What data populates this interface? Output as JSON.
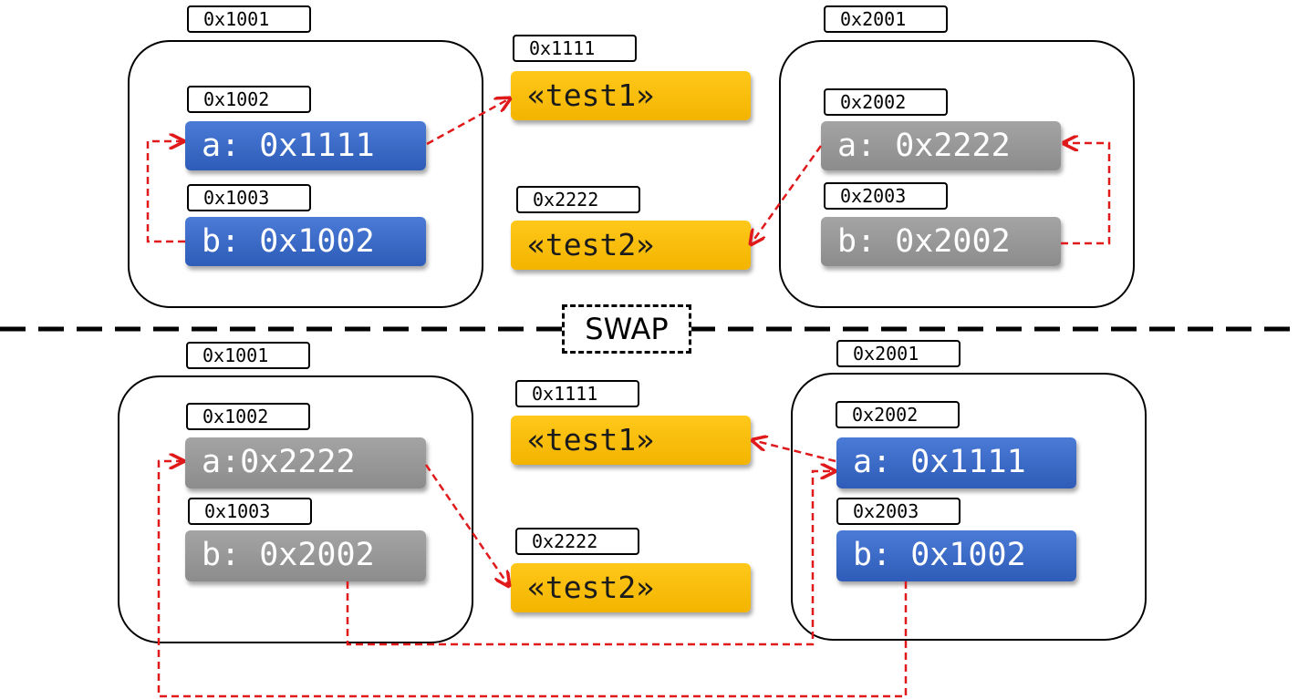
{
  "swap_label": "SWAP",
  "top": {
    "left_frame": {
      "addr": "0x1001",
      "a": {
        "addr": "0x1002",
        "text": "a: 0x1111"
      },
      "b": {
        "addr": "0x1003",
        "text": "b: 0x1002"
      }
    },
    "right_frame": {
      "addr": "0x2001",
      "a": {
        "addr": "0x2002",
        "text": "a: 0x2222"
      },
      "b": {
        "addr": "0x2003",
        "text": "b: 0x2002"
      }
    },
    "strings": [
      {
        "addr": "0x1111",
        "text": "«test1»"
      },
      {
        "addr": "0x2222",
        "text": "«test2»"
      }
    ]
  },
  "bottom": {
    "left_frame": {
      "addr": "0x1001",
      "a": {
        "addr": "0x1002",
        "text": "a:0x2222"
      },
      "b": {
        "addr": "0x1003",
        "text": "b: 0x2002"
      }
    },
    "right_frame": {
      "addr": "0x2001",
      "a": {
        "addr": "0x2002",
        "text": "a: 0x1111"
      },
      "b": {
        "addr": "0x2003",
        "text": "b: 0x1002"
      }
    },
    "strings": [
      {
        "addr": "0x1111",
        "text": "«test1»"
      },
      {
        "addr": "0x2222",
        "text": "«test2»"
      }
    ]
  },
  "colors": {
    "active_pointer": "#3a69c9",
    "inactive_pointer": "#979797",
    "string_value": "#fbbd0b",
    "arrow": "#e0191b"
  }
}
